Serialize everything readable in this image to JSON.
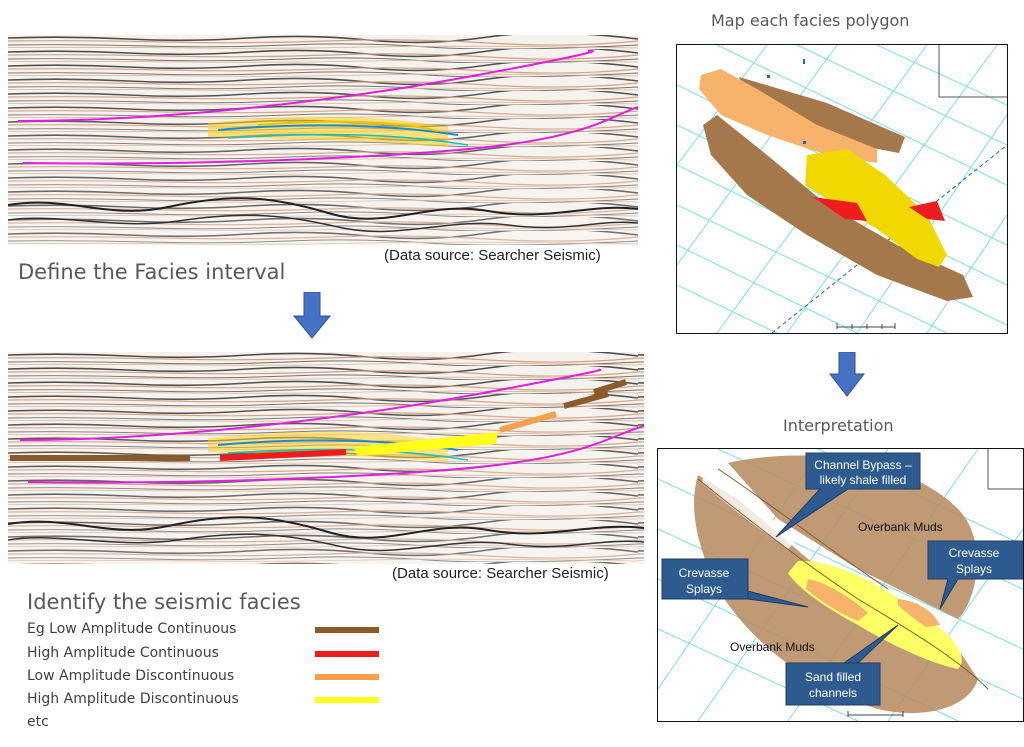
{
  "steps": {
    "define_interval": "Define the Facies interval",
    "identify_facies": "Identify the seismic facies",
    "map_polygons": "Map each facies polygon",
    "interpretation": "Interpretation"
  },
  "captions": {
    "top_source": "(Data source: Searcher Seismic)",
    "bottom_source": "(Data source: Searcher Seismic)"
  },
  "legend": {
    "items": [
      {
        "label": "Eg Low Amplitude Continuous",
        "color": "#8b5a2b"
      },
      {
        "label": "High Amplitude Continuous",
        "color": "#ee1c1c"
      },
      {
        "label": "Low Amplitude Discontinuous",
        "color": "#f5a04a"
      },
      {
        "label": "High Amplitude Discontinuous",
        "color": "#ffff1a"
      }
    ],
    "etc": "etc"
  },
  "interpretation_labels": {
    "channel_bypass_1": "Channel Bypass –",
    "channel_bypass_2": "likely shale filled",
    "overbank_upper": "Overbank Muds",
    "overbank_lower": "Overbank Muds",
    "crevasse_right_1": "Crevasse",
    "crevasse_right_2": "Splays",
    "crevasse_left_1": "Crevasse",
    "crevasse_left_2": "Splays",
    "sand_1": "Sand filled",
    "sand_2": "channels"
  },
  "colors": {
    "horizon": "#e020e0",
    "arrow": "#4472c4",
    "callout": "#2e5b8f",
    "grid": "#79e3de",
    "brown": "#a5784c",
    "peach": "#f7b36b",
    "yellow": "#f0d800",
    "red": "#ee1c1c"
  }
}
